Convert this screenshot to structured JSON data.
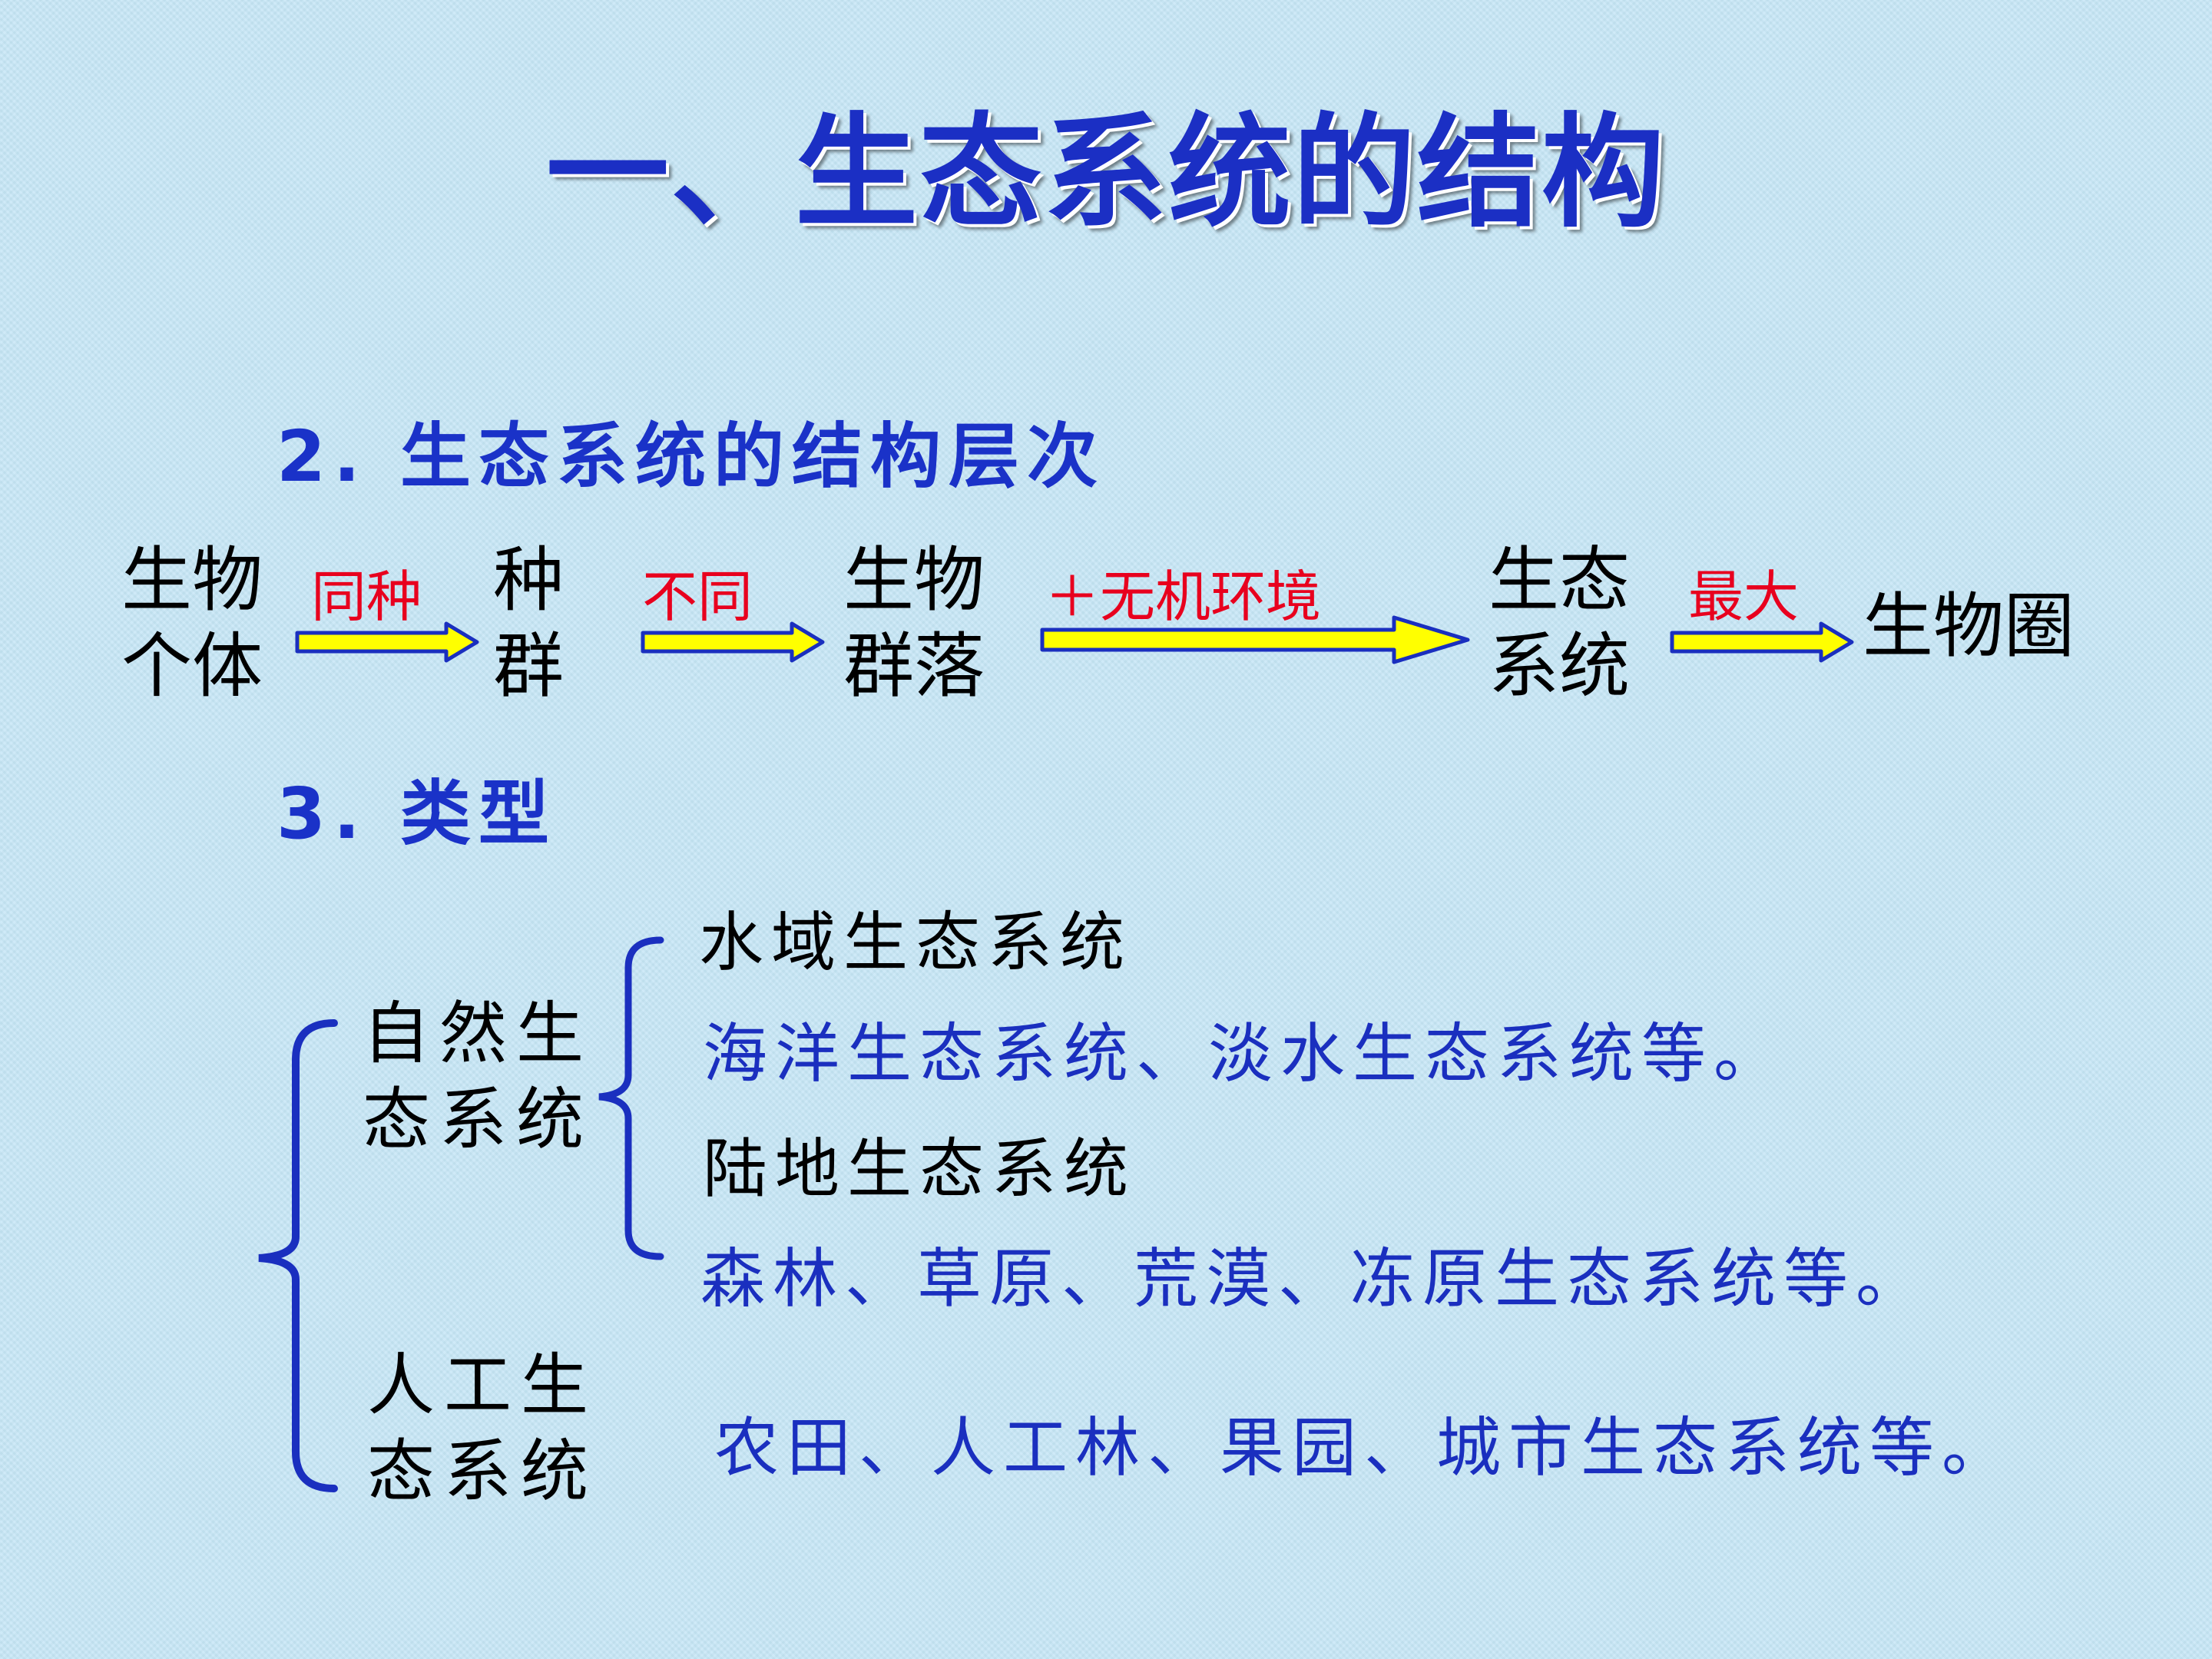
{
  "title": "一、生态系统的结构",
  "section2": {
    "heading": "2. 生态系统的结构层次",
    "chain": {
      "n1": [
        "生物",
        "个体"
      ],
      "a1": "同种",
      "n2": [
        "种",
        "群"
      ],
      "a2": "不同",
      "n3": [
        "生物",
        "群落"
      ],
      "a3": "＋无机环境",
      "n4": [
        "生态",
        "系统"
      ],
      "a4": "最大",
      "n5": "生物圈"
    },
    "arrow_colors": {
      "fill": "#ffff00",
      "stroke": "#1a2fbf"
    }
  },
  "section3": {
    "heading": "3. 类型",
    "natural": {
      "label": [
        "自然生",
        "态系统"
      ]
    },
    "water": {
      "name": "水域生态系统",
      "examples": "海洋生态系统、淡水生态系统等。"
    },
    "land": {
      "name": "陆地生态系统",
      "examples": "森林、草原、荒漠、冻原生态系统等。"
    },
    "artificial": {
      "label": [
        "人工生",
        "态系统"
      ],
      "examples": "农田、人工林、果园、城市生态系统等。"
    },
    "brace_color": "#1a2fbf"
  }
}
